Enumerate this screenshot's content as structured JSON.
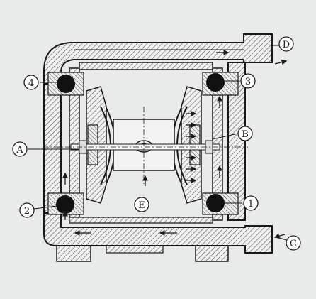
{
  "diagram": {
    "colors": {
      "background": "#e9ebea",
      "line": "#1a1a1a",
      "hatch": "#555555",
      "ball": "#111111",
      "center_body": "#f3f3f3"
    },
    "labels": {
      "num_4": "4",
      "num_3": "3",
      "num_2": "2",
      "num_1": "1",
      "port_D": "D",
      "port_C": "C",
      "port_A": "A",
      "port_B": "B",
      "port_E": "E"
    }
  }
}
